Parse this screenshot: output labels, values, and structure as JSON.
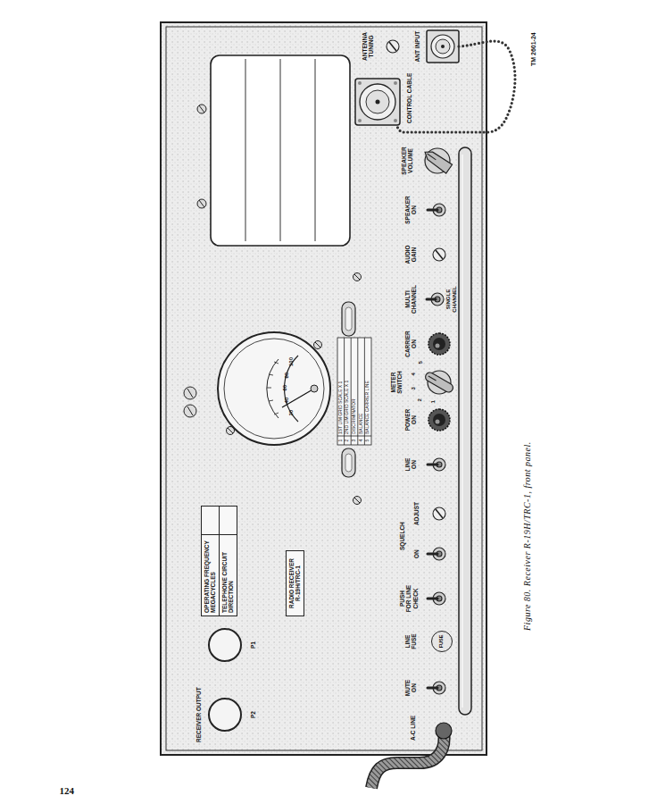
{
  "diagram": {
    "caption": "Figure 80. Receiver R-19H/TRC-1, front panel.",
    "nodes": [
      {
        "text": [
          "OPERATING FREQUENCY MEGACYCLES",
          "TELEPHONE CIRCUIT DIRECTION"
        ]
      },
      {
        "text": [
          "RADIO RECEIVER R-19H/TRC-1"
        ]
      },
      {
        "text": [
          "FUSE"
        ]
      }
    ],
    "labels": [
      "RECEIVER OUTPUT",
      "P1",
      "P2",
      "A-C LINE",
      "MUTE ON",
      "LINE FUSE",
      "PUSH FOR LINE CHECK",
      "SQUELCH",
      "ON",
      "ADJUST",
      "LINE ON",
      "POWER ON",
      "METER SWITCH",
      "1",
      "2",
      "3",
      "4",
      "5",
      "CARRIER ON",
      "MULTI CHANNEL",
      "SINGLE CHANNEL",
      "AUDIO GAIN",
      "SPEAKER ON",
      "SPEAKER VOLUME",
      "CONTROL CABLE",
      "ANTENNA TUNING",
      "ANT INPUT",
      "TM 2601-24",
      "20",
      "40",
      "60",
      "80",
      "100",
      "1",
      "1ST LIM GRID SCALE X 1",
      "2",
      "2ND LIM GRID SCALE X 1",
      "3",
      "DISCRIMINATOR",
      "4",
      "BALANCE",
      "5",
      "BALANCE CARRIER LINE",
      "124"
    ]
  }
}
